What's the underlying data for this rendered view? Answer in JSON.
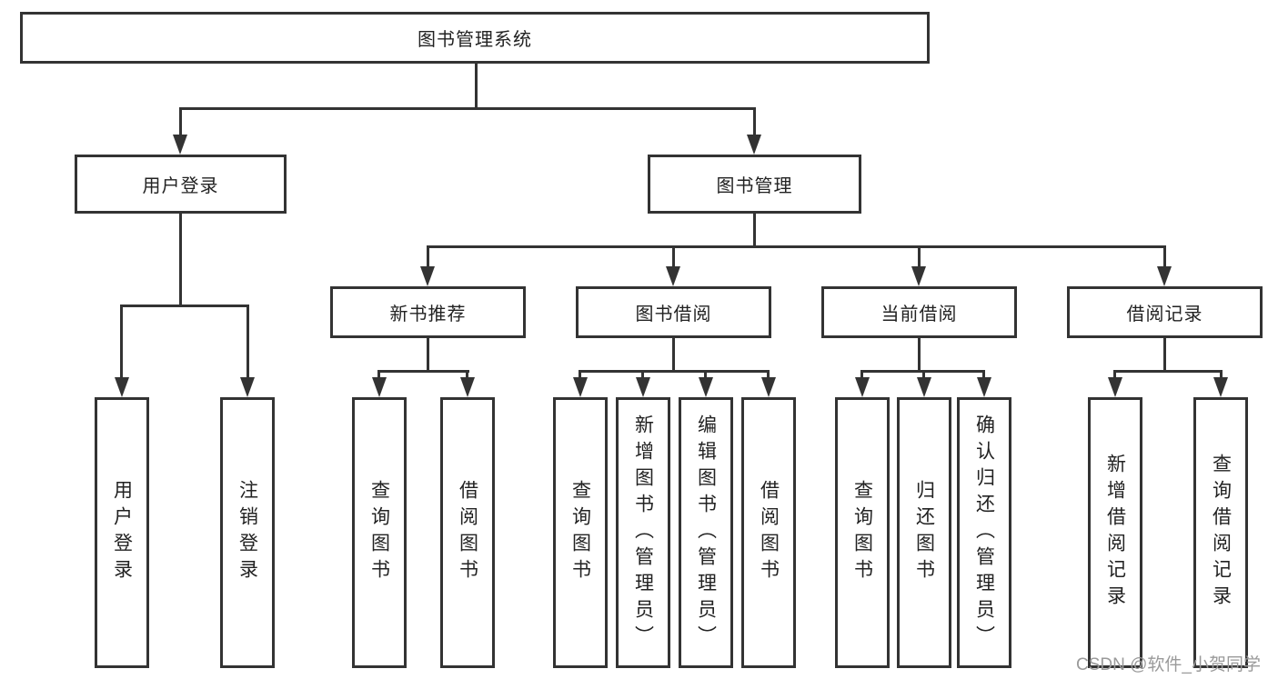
{
  "tree": {
    "root": {
      "label": "图书管理系统"
    },
    "branches": [
      {
        "label": "用户登录",
        "children": [
          {
            "label": "用户登录"
          },
          {
            "label": "注销登录"
          }
        ]
      },
      {
        "label": "图书管理",
        "children": [
          {
            "label": "新书推荐",
            "children": [
              {
                "label": "查询图书"
              },
              {
                "label": "借阅图书"
              }
            ]
          },
          {
            "label": "图书借阅",
            "children": [
              {
                "label": "查询图书"
              },
              {
                "label": "新增图书（管理员）"
              },
              {
                "label": "编辑图书（管理员）"
              },
              {
                "label": "借阅图书"
              }
            ]
          },
          {
            "label": "当前借阅",
            "children": [
              {
                "label": "查询图书"
              },
              {
                "label": "归还图书"
              },
              {
                "label": "确认归还（管理员）"
              }
            ]
          },
          {
            "label": "借阅记录",
            "children": [
              {
                "label": "新增借阅记录"
              },
              {
                "label": "查询借阅记录"
              }
            ]
          }
        ]
      }
    ]
  },
  "watermark": {
    "text": "CSDN @软件_小贺同学"
  },
  "colors": {
    "line": "#333333",
    "box_fill": "#ffffff",
    "background": "#ffffff",
    "watermark_text": "#9a9a9a"
  }
}
